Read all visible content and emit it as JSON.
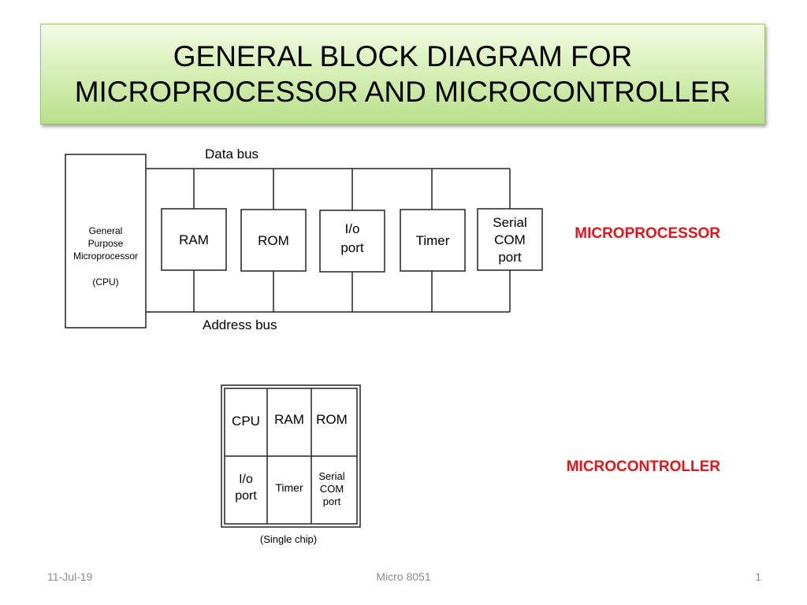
{
  "title": {
    "line1": "GENERAL BLOCK DIAGRAM FOR",
    "line2": "MICROPROCESSOR AND MICROCONTROLLER"
  },
  "microprocessor": {
    "label": "MICROPROCESSOR",
    "data_bus": "Data bus",
    "address_bus": "Address bus",
    "cpu": [
      "General",
      "Purpose",
      "Microprocessor",
      "(CPU)"
    ],
    "blocks": [
      {
        "lines": [
          "RAM"
        ]
      },
      {
        "lines": [
          "ROM"
        ]
      },
      {
        "lines": [
          "I/o",
          "port"
        ]
      },
      {
        "lines": [
          "Timer"
        ]
      },
      {
        "lines": [
          "Serial",
          "COM",
          "port"
        ]
      }
    ]
  },
  "microcontroller": {
    "label": "MICROCONTROLLER",
    "caption": "(Single chip)",
    "cells": [
      {
        "lines": [
          "CPU"
        ]
      },
      {
        "lines": [
          "RAM"
        ]
      },
      {
        "lines": [
          "ROM"
        ]
      },
      {
        "lines": [
          "I/o",
          "port"
        ]
      },
      {
        "lines": [
          "Timer"
        ]
      },
      {
        "lines": [
          "Serial",
          "COM",
          "port"
        ]
      }
    ]
  },
  "footer": {
    "date": "11-Jul-19",
    "center": "Micro 8051",
    "page": "1"
  },
  "colors": {
    "label_red": "#e0161c",
    "title_green": "#d8f0b8"
  }
}
